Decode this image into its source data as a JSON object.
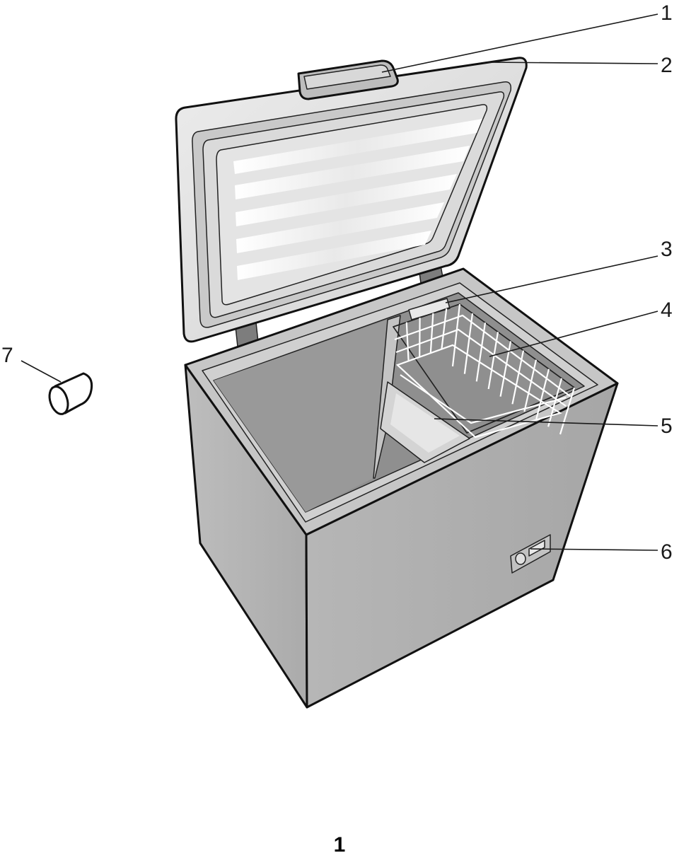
{
  "callouts": [
    {
      "label": "1"
    },
    {
      "label": "2"
    },
    {
      "label": "3"
    },
    {
      "label": "4"
    },
    {
      "label": "5"
    },
    {
      "label": "6"
    },
    {
      "label": "7"
    }
  ],
  "figure_number": "1",
  "colors": {
    "body": "#b4b4b4",
    "body_dark": "#9a9a9a",
    "interior": "#8f8f8f",
    "lid_frame": "#d6d6d6",
    "lid_panel": "#e2e2e2",
    "stripe": "#f7f7f7",
    "outline": "#111111"
  }
}
